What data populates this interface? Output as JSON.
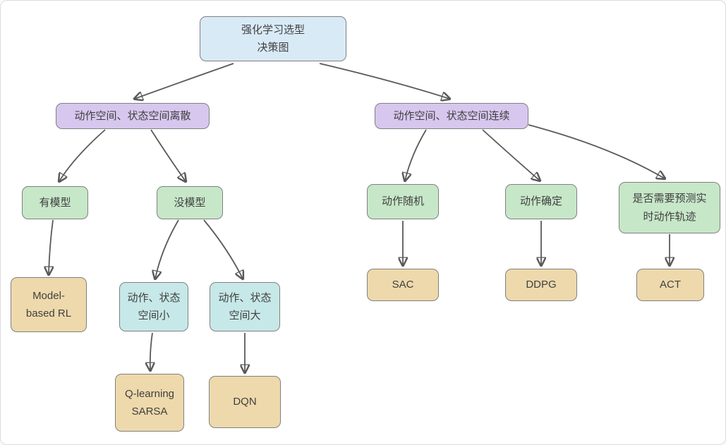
{
  "diagram": {
    "title": "强化学习选型决策图",
    "root": {
      "label": "强化学习选型\n决策图"
    },
    "nodes": {
      "discrete": {
        "label": "动作空间、状态空间离散"
      },
      "continuous": {
        "label": "动作空间、状态空间连续"
      },
      "has_model": {
        "label": "有模型"
      },
      "no_model": {
        "label": "没模型"
      },
      "model_based_rl": {
        "label": "Model-\nbased RL"
      },
      "space_small": {
        "label": "动作、状态\n空间小"
      },
      "space_large": {
        "label": "动作、状态\n空间大"
      },
      "qlearning_sarsa": {
        "label": "Q-learning\nSARSA"
      },
      "dqn": {
        "label": "DQN"
      },
      "action_random": {
        "label": "动作随机"
      },
      "action_deterministic": {
        "label": "动作确定"
      },
      "predict_trajectory": {
        "label": "是否需要预测实\n时动作轨迹"
      },
      "sac": {
        "label": "SAC"
      },
      "ddpg": {
        "label": "DDPG"
      },
      "act": {
        "label": "ACT"
      }
    },
    "colors": {
      "root_fill": "#d9eaf7",
      "branch_fill": "#d7c7ee",
      "condition_fill": "#c7e7c9",
      "sub_condition_fill": "#c7e8e8",
      "leaf_fill": "#eed9ac",
      "node_border": "#808080",
      "arrow_color": "#595959",
      "text_color": "#404040"
    }
  }
}
